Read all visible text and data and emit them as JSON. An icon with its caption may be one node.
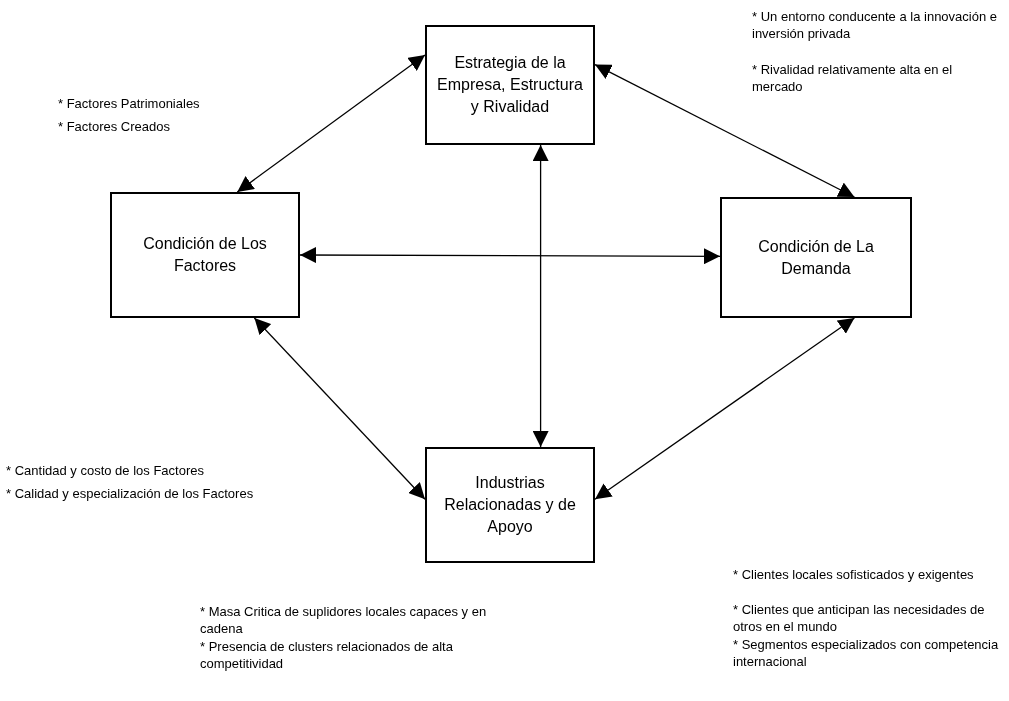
{
  "diagram": {
    "nodes": [
      {
        "text": [
          "Estrategia de la Empresa, Estructura y Rivalidad"
        ]
      },
      {
        "text": [
          "Condición de Los Factores"
        ]
      },
      {
        "text": [
          "Condición de La Demanda"
        ]
      },
      {
        "text": [
          "Industrias Relacionadas y de Apoyo"
        ]
      }
    ],
    "edges": [
      {
        "from": 0,
        "to": 1,
        "arrow": "both"
      },
      {
        "from": 0,
        "to": 2,
        "arrow": "both"
      },
      {
        "from": 1,
        "to": 2,
        "arrow": "both"
      },
      {
        "from": 0,
        "to": 3,
        "arrow": "both"
      },
      {
        "from": 1,
        "to": 3,
        "arrow": "both"
      },
      {
        "from": 2,
        "to": 3,
        "arrow": "both"
      }
    ],
    "labels": [
      "* Un entorno conducente a la innovación e inversión privada",
      "* Rivalidad relativamente alta en el mercado",
      "* Factores Patrimoniales",
      "* Factores Creados",
      "* Cantidad y costo de los Factores",
      "* Calidad y especialización de los Factores",
      "* Clientes locales sofisticados y exigentes",
      "* Clientes que anticipan las necesidades de otros en el mundo",
      "* Segmentos especializados con competencia internacional",
      "* Masa Critica de suplidores locales capaces y en cadena",
      "* Presencia de clusters relacionados de alta competitividad"
    ]
  }
}
